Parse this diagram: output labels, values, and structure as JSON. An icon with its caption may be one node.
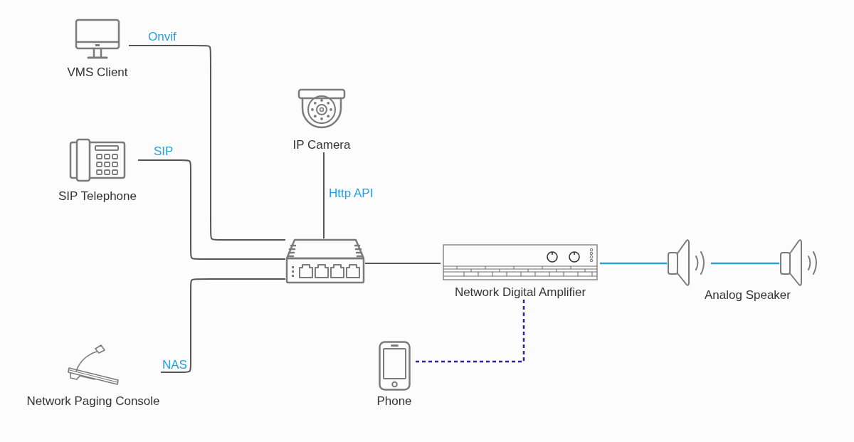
{
  "diagram": {
    "nodes": [
      {
        "text": [
          "VMS Client"
        ]
      },
      {
        "text": [
          "SIP Telephone"
        ]
      },
      {
        "text": [
          "Network Paging Console"
        ]
      },
      {
        "text": [
          "IP Camera"
        ]
      },
      {
        "text": [],
        "shape": "picture"
      },
      {
        "text": [
          "Network Digital Amplifier"
        ]
      },
      {
        "text": [],
        "shape": "picture"
      },
      {
        "text": [],
        "shape": "picture"
      },
      {
        "text": [
          "Phone"
        ]
      }
    ],
    "edges": [
      {
        "from": 0,
        "to": 4,
        "arrow": "none",
        "label": "Onvif"
      },
      {
        "from": 1,
        "to": 4,
        "arrow": "none",
        "label": "SIP"
      },
      {
        "from": 2,
        "to": 4,
        "arrow": "none",
        "label": "NAS"
      },
      {
        "from": 3,
        "to": 4,
        "arrow": "none",
        "label": "Http API"
      },
      {
        "from": 4,
        "to": 5,
        "arrow": "none"
      },
      {
        "from": 5,
        "to": 6,
        "arrow": "none",
        "color": "#2aa3c9"
      },
      {
        "from": 6,
        "to": 7,
        "arrow": "none",
        "color": "#2aa3c9"
      },
      {
        "from": 5,
        "to": 8,
        "arrow": "none",
        "style": "dashed",
        "color": "#2a2596"
      }
    ],
    "labels": [
      "Analog Speaker"
    ]
  }
}
